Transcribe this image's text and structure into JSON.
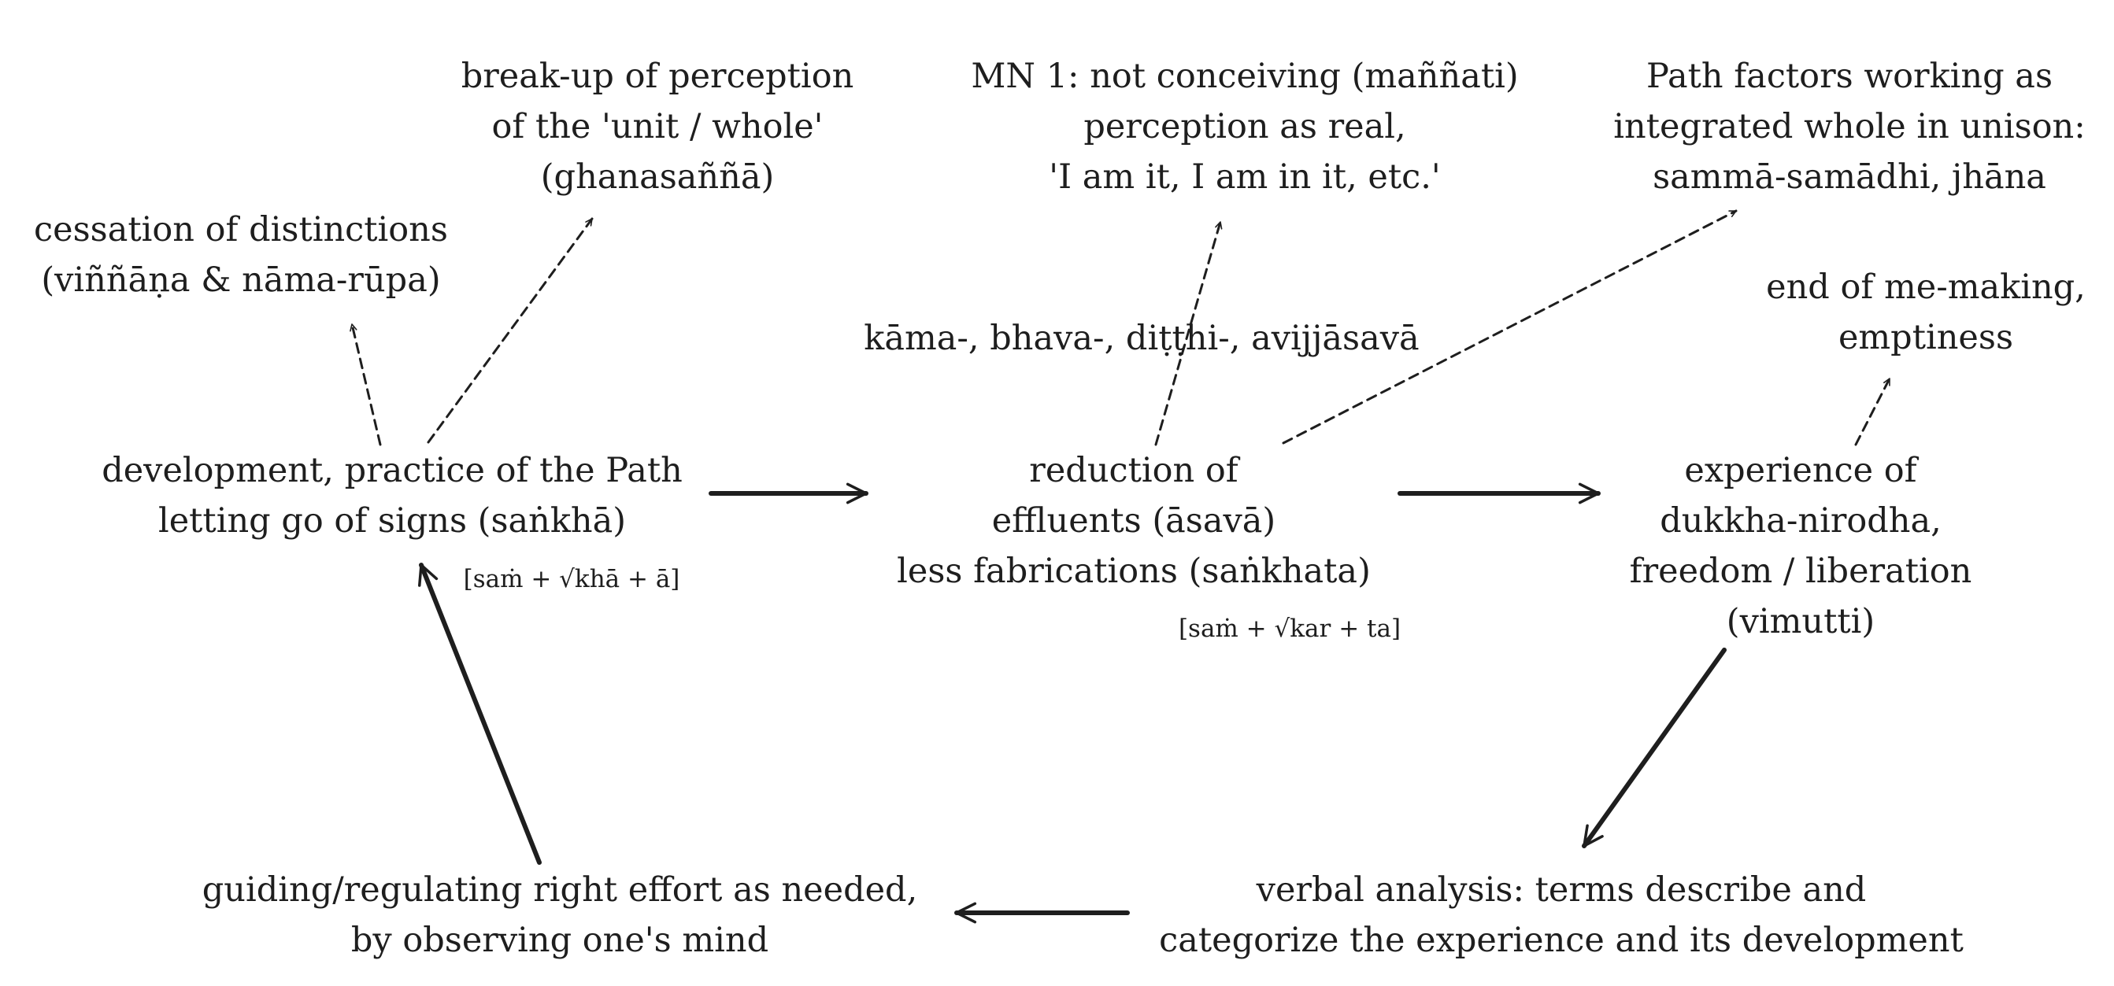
{
  "nodes": {
    "practice": [
      "development, practice of the Path",
      "letting go of signs (saṅkhā)"
    ],
    "reduction": [
      "reduction of",
      "effluents (āsavā)",
      "less fabrications (saṅkhata)"
    ],
    "experience": [
      "experience of",
      "dukkha-nirodha,",
      "freedom / liberation",
      "(vimutti)"
    ],
    "verbal": [
      "verbal analysis: terms describe and",
      "categorize the experience and its development"
    ],
    "guiding": [
      "guiding/regulating right effort as needed,",
      "by observing one's mind"
    ],
    "cessation": [
      "cessation of distinctions",
      "(viññāṇa & nāma-rūpa)"
    ],
    "breakup": [
      "break-up of perception",
      "of the 'unit / whole'",
      "(ghanasaññā)"
    ],
    "mn1": [
      "MN 1: not conceiving (maññati)",
      "perception as real,",
      "'I am it, I am in it, etc.'"
    ],
    "pathfactors": [
      "Path factors working as",
      "integrated whole in unison:",
      "sammā-samādhi, jhāna"
    ],
    "asava_list": [
      "kāma-, bhava-, diṭṭhi-, avijjāsavā"
    ],
    "end_me": [
      "end of me-making,",
      "emptiness"
    ]
  },
  "notes": {
    "sankha_root": "[saṁ + √khā + ā]",
    "sankhata_root": "[saṁ + √kar + ta]"
  },
  "colors": {
    "ink": "#1e1e1e",
    "background": "#ffffff"
  }
}
